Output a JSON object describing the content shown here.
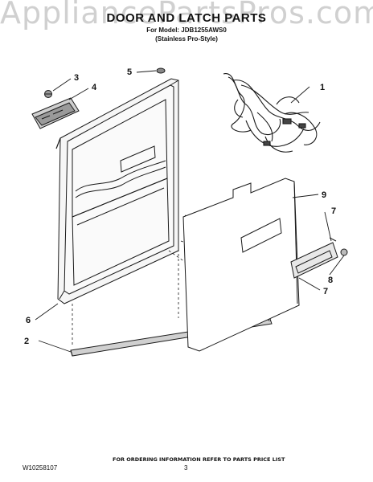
{
  "watermark": "AppliancePartsPros.com",
  "header": {
    "title": "DOOR AND LATCH PARTS",
    "model_line": "For Model: JDB1255AWS0",
    "style_line": "(Stainless Pro-Style)"
  },
  "callouts": [
    {
      "id": "c1",
      "label": "1"
    },
    {
      "id": "c2",
      "label": "2"
    },
    {
      "id": "c3",
      "label": "3"
    },
    {
      "id": "c4",
      "label": "4"
    },
    {
      "id": "c5",
      "label": "5"
    },
    {
      "id": "c6",
      "label": "6"
    },
    {
      "id": "c7a",
      "label": "7"
    },
    {
      "id": "c7b",
      "label": "7"
    },
    {
      "id": "c8",
      "label": "8"
    },
    {
      "id": "c9",
      "label": "9"
    }
  ],
  "footer": {
    "note": "FOR ORDERING INFORMATION REFER TO PARTS PRICE LIST",
    "doc_number": "W10258107",
    "page": "3"
  },
  "colors": {
    "line": "#1a1a1a",
    "watermark": "#aaaaaa",
    "background": "#ffffff"
  }
}
